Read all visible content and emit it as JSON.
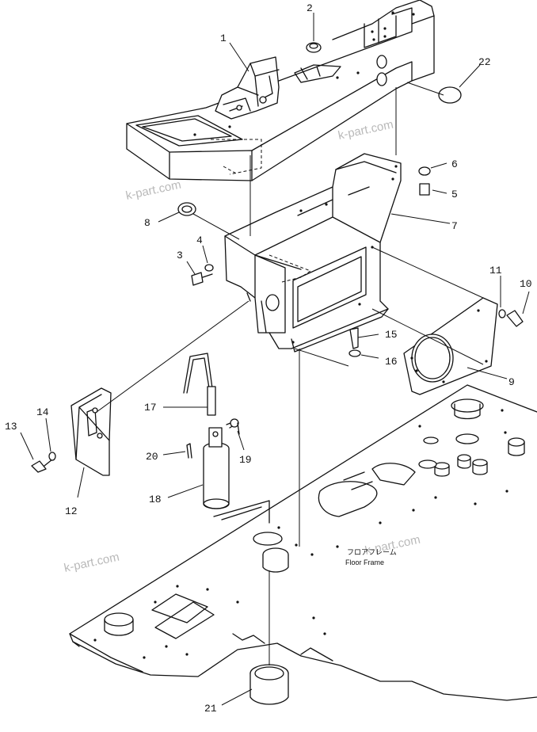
{
  "callouts": [
    {
      "id": "1",
      "label": "1"
    },
    {
      "id": "2",
      "label": "2"
    },
    {
      "id": "3",
      "label": "3"
    },
    {
      "id": "4",
      "label": "4"
    },
    {
      "id": "5",
      "label": "5"
    },
    {
      "id": "6",
      "label": "6"
    },
    {
      "id": "7",
      "label": "7"
    },
    {
      "id": "8",
      "label": "8"
    },
    {
      "id": "9",
      "label": "9"
    },
    {
      "id": "10",
      "label": "10"
    },
    {
      "id": "11",
      "label": "11"
    },
    {
      "id": "12",
      "label": "12"
    },
    {
      "id": "13",
      "label": "13"
    },
    {
      "id": "14",
      "label": "14"
    },
    {
      "id": "15",
      "label": "15"
    },
    {
      "id": "16",
      "label": "16"
    },
    {
      "id": "17",
      "label": "17"
    },
    {
      "id": "18",
      "label": "18"
    },
    {
      "id": "19",
      "label": "19"
    },
    {
      "id": "20",
      "label": "20"
    },
    {
      "id": "21",
      "label": "21"
    },
    {
      "id": "22",
      "label": "22"
    }
  ],
  "floor_frame": {
    "label_jp": "フロアフレーム",
    "label_en": "Floor Frame"
  },
  "watermarks": [
    "k-part.com",
    "k-part.com",
    "k-part.com",
    "k-part.com"
  ]
}
